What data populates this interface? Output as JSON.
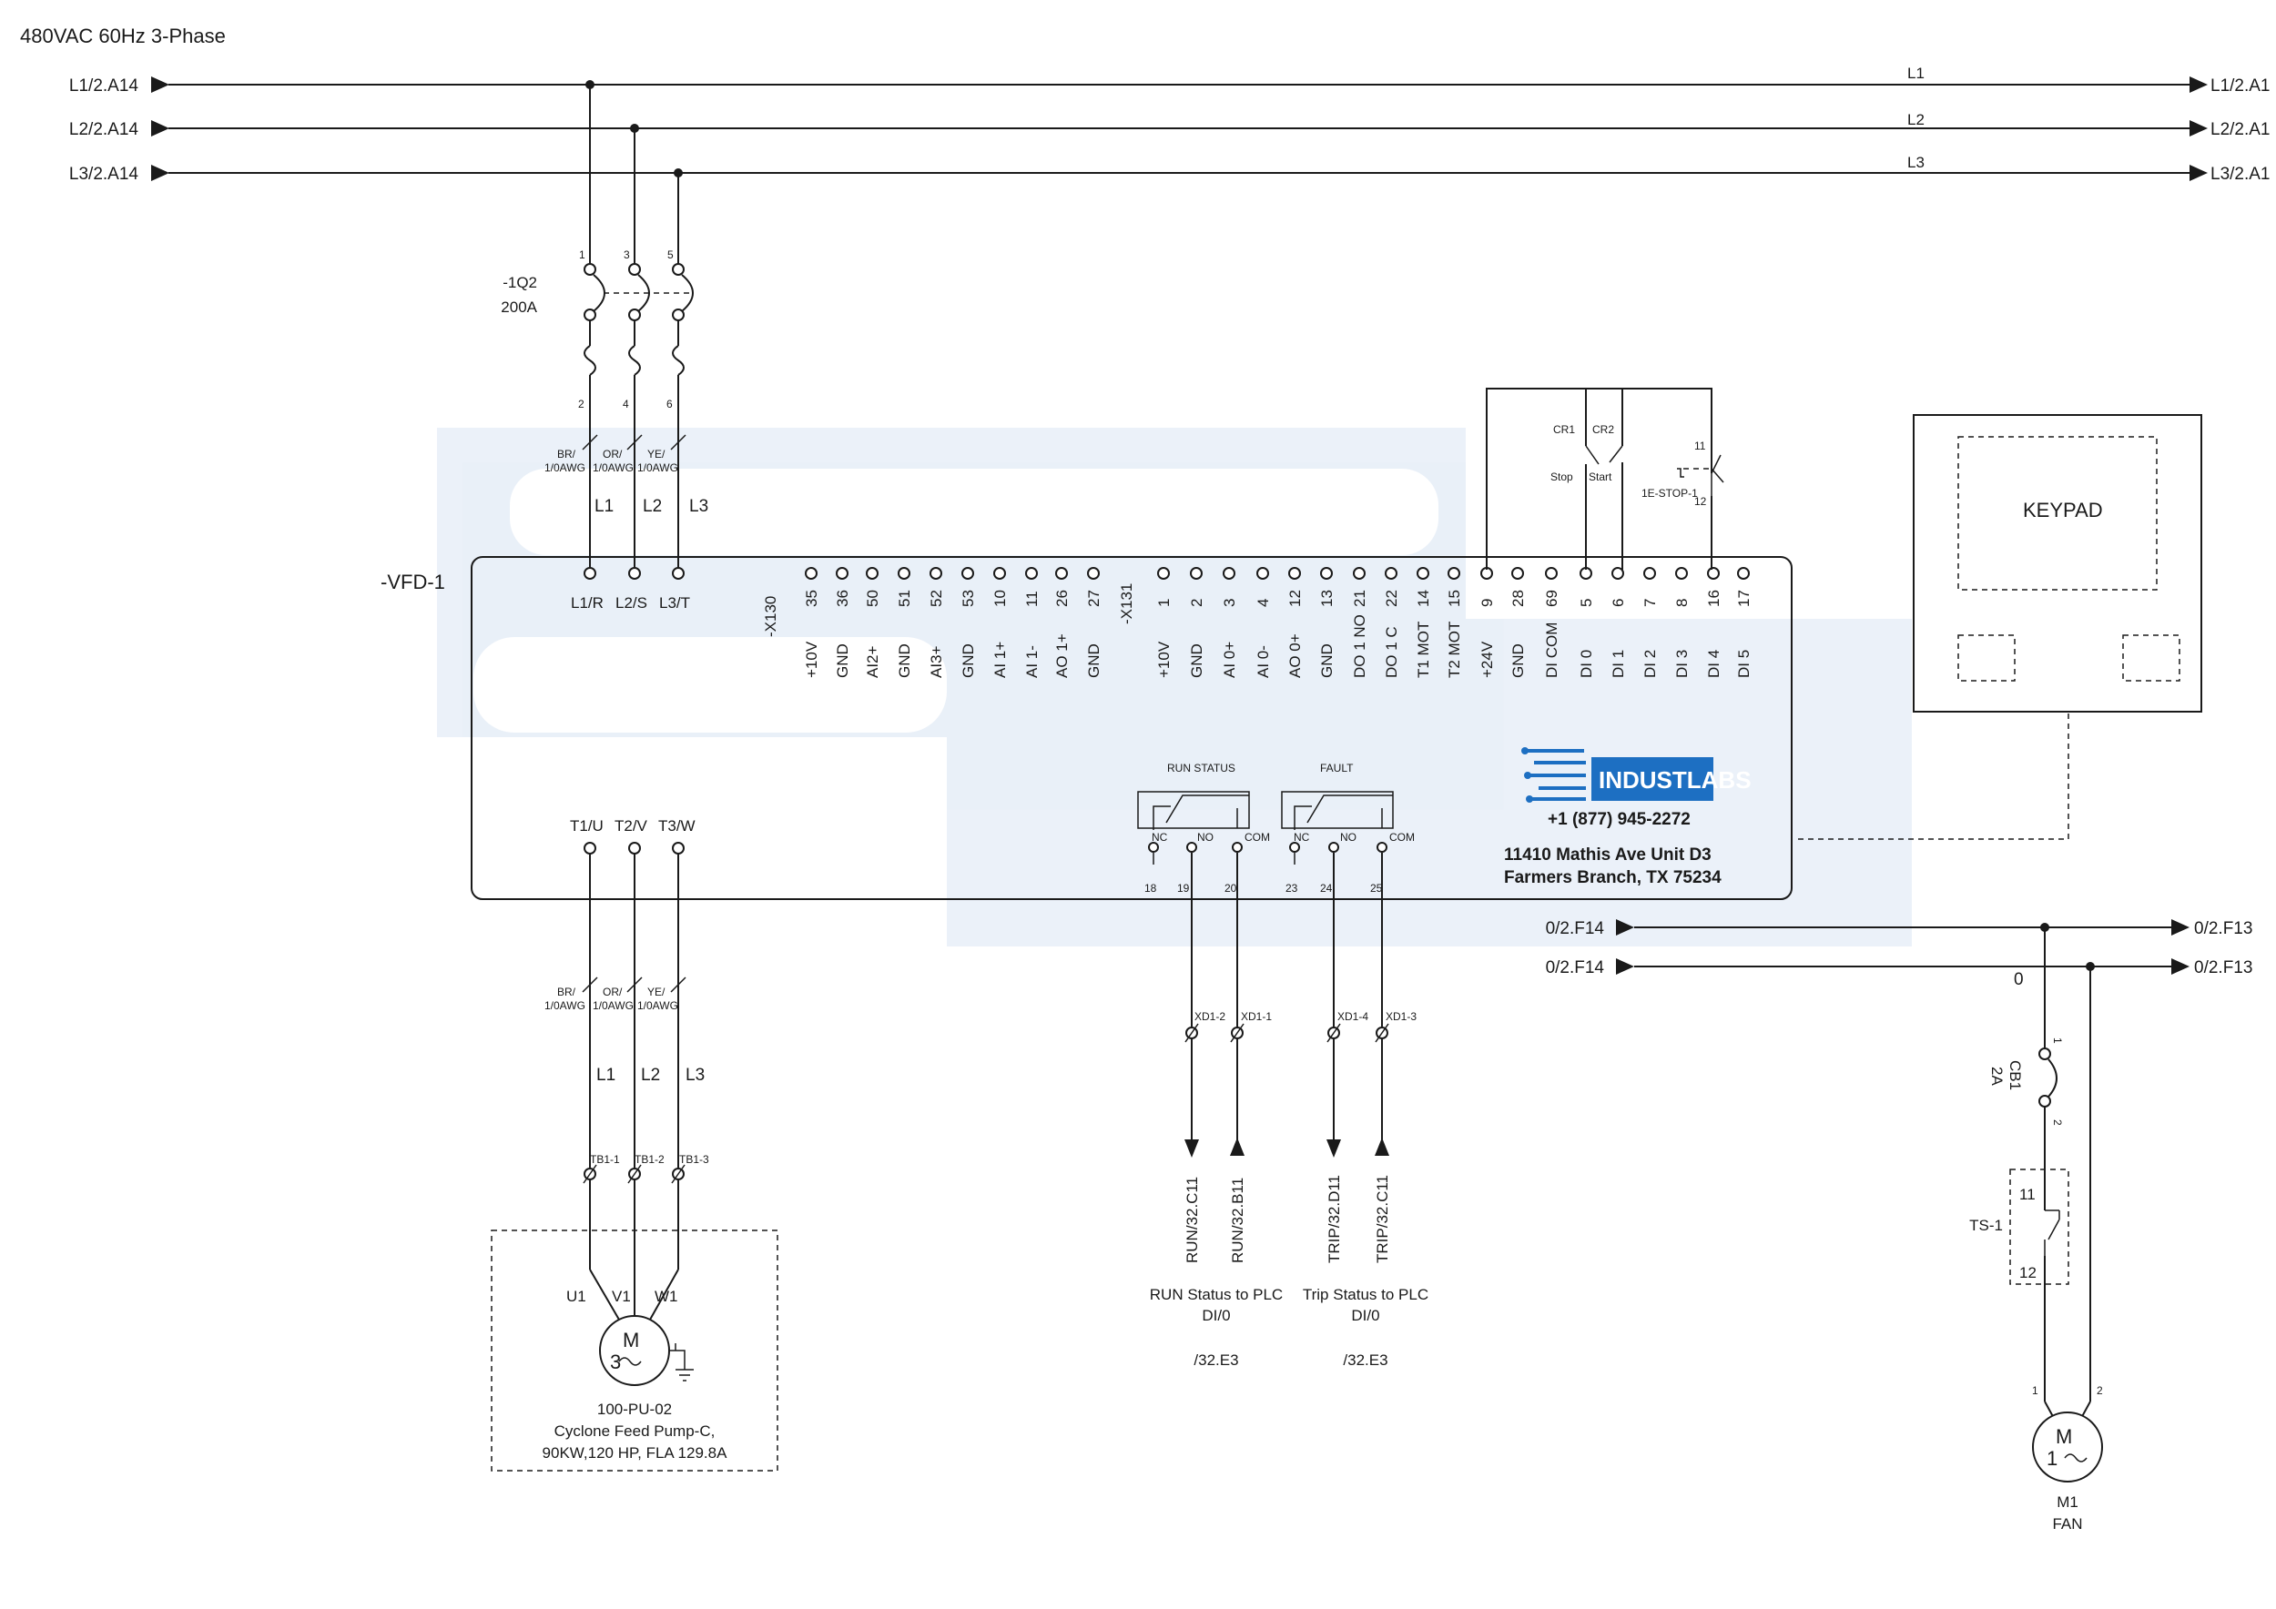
{
  "title": "480VAC 60Hz 3-Phase",
  "bus": {
    "left_refs": [
      "L1/2.A14",
      "L2/2.A14",
      "L3/2.A14"
    ],
    "right_refs": [
      "L1/2.A1",
      "L2/2.A1",
      "L3/2.A1"
    ],
    "names": [
      "L1",
      "L2",
      "L3"
    ]
  },
  "breaker": {
    "tag": "-1Q2",
    "rating": "200A",
    "top_pins": [
      "1",
      "3",
      "5"
    ],
    "bottom_pins": [
      "2",
      "4",
      "6"
    ]
  },
  "input_cables": [
    {
      "color": "BR/",
      "size": "1/0AWG"
    },
    {
      "color": "OR/",
      "size": "1/0AWG"
    },
    {
      "color": "YE/",
      "size": "1/0AWG"
    }
  ],
  "input_phase_labels": [
    "L1",
    "L2",
    "L3"
  ],
  "vfd": {
    "tag": "-VFD-1",
    "line_terminals": [
      "L1/R",
      "L2/S",
      "L3/T"
    ],
    "load_terminals": [
      "T1/U",
      "T2/V",
      "T3/W"
    ],
    "x130": {
      "label": "-X130",
      "numbers": [
        "35",
        "36",
        "50",
        "51",
        "52",
        "53",
        "10",
        "11",
        "26",
        "27"
      ],
      "functions": [
        "+10V",
        "GND",
        "AI2+",
        "GND",
        "AI3+",
        "GND",
        "AI 1+",
        "AI 1-",
        "AO 1+",
        "GND"
      ]
    },
    "x131": {
      "label": "-X131",
      "numbers": [
        "1",
        "2",
        "3",
        "4",
        "12",
        "13",
        "21",
        "22",
        "14",
        "15",
        "9",
        "28",
        "69",
        "5",
        "6",
        "7",
        "8",
        "16",
        "17"
      ],
      "functions": [
        "+10V",
        "GND",
        "AI 0+",
        "AI 0-",
        "AO 0+",
        "GND",
        "DO 1 NO",
        "DO 1 C",
        "T1 MOT",
        "T2 MOT",
        "+24V",
        "GND",
        "DI COM",
        "DI 0",
        "DI 1",
        "DI 2",
        "DI 3",
        "DI 4",
        "DI 5"
      ]
    },
    "relays": [
      {
        "title": "RUN STATUS",
        "nc": "NC",
        "no": "NO",
        "com": "COM",
        "pins": [
          "18",
          "19",
          "20"
        ]
      },
      {
        "title": "FAULT",
        "nc": "NC",
        "no": "NO",
        "com": "COM",
        "pins": [
          "23",
          "24",
          "25"
        ]
      }
    ],
    "brand": {
      "name": "INDUSTLABS",
      "phone": "+1 (877) 945-2272",
      "address_line1": "11410 Mathis Ave Unit D3",
      "address_line2": "Farmers Branch, TX 75234"
    }
  },
  "controls": {
    "cr1_tag": "CR1",
    "cr1_label": "Stop",
    "cr2_tag": "CR2",
    "cr2_label": "Start",
    "estop_tag": "1E-STOP-1",
    "estop_pin_top": "11",
    "estop_pin_bottom": "12"
  },
  "keypad": {
    "label": "KEYPAD"
  },
  "output_cables": [
    {
      "color": "BR/",
      "size": "1/0AWG"
    },
    {
      "color": "OR/",
      "size": "1/0AWG"
    },
    {
      "color": "YE/",
      "size": "1/0AWG"
    }
  ],
  "output_phase_labels": [
    "L1",
    "L2",
    "L3"
  ],
  "motor_terminals": [
    "TB1-1",
    "TB1-2",
    "TB1-3"
  ],
  "motor": {
    "windings": [
      "U1",
      "V1",
      "W1"
    ],
    "symbol": "M",
    "phase": "3",
    "tag": "100-PU-02",
    "name": "Cyclone Feed Pump-C,",
    "spec": "90KW,120 HP, FLA 129.8A"
  },
  "signal_terminals": [
    "XD1-2",
    "XD1-1",
    "XD1-4",
    "XD1-3"
  ],
  "signal_refs": [
    "RUN/32.C11",
    "RUN/32.B11",
    "TRIP/32.D11",
    "TRIP/32.C11"
  ],
  "plc": {
    "run_title": "RUN Status to PLC",
    "run_io": "DI/0",
    "run_ref": "/32.E3",
    "trip_title": "Trip Status to PLC",
    "trip_io": "DI/0",
    "trip_ref": "/32.E3"
  },
  "ctrl_bus": {
    "left_refs": [
      "0/2.F14",
      "0/2.F14"
    ],
    "right_refs": [
      "0/2.F13",
      "0/2.F13"
    ],
    "zero_label": "0"
  },
  "fan": {
    "cb_tag": "CB1",
    "cb_rating": "2A",
    "cb_pin_top": "1",
    "cb_pin_bottom": "2",
    "ts_tag": "TS-1",
    "ts_pin_top": "11",
    "ts_pin_bottom": "12",
    "motor_pin_left": "1",
    "motor_pin_right": "2",
    "motor_symbol": "M",
    "motor_phase": "1",
    "motor_tag": "M1",
    "motor_name": "FAN"
  }
}
